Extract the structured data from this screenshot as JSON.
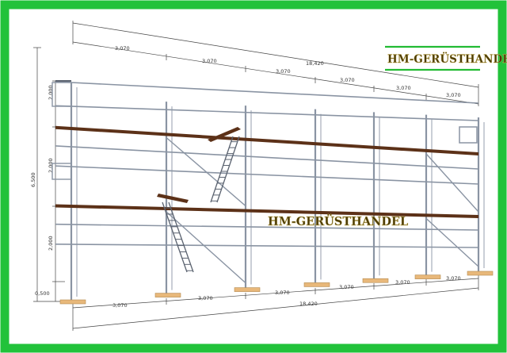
{
  "logo_top": {
    "text": "HM-GERÜSTHANDEL",
    "color": "#4a3a08",
    "rule_color": "#22bb33"
  },
  "logo_center": {
    "text": "HM-GERÜSTHANDEL",
    "color": "#4a3a08"
  },
  "frame_color": "#22c23a",
  "deck_color": "#5c3118",
  "base_plate_color": "#e8b87a",
  "dimensions": {
    "top_segments": [
      "3,070",
      "3,070",
      "3,070",
      "3,070",
      "3,070",
      "3,070"
    ],
    "top_total": "18,420",
    "bottom_segments": [
      "3,070",
      "3,070",
      "3,070",
      "3,070",
      "3,070",
      "3,070"
    ],
    "bottom_total": "18,420",
    "left_segments": [
      "2,000",
      "2,000",
      "2,000"
    ],
    "left_total": "6,500",
    "left_base": "0,500"
  }
}
